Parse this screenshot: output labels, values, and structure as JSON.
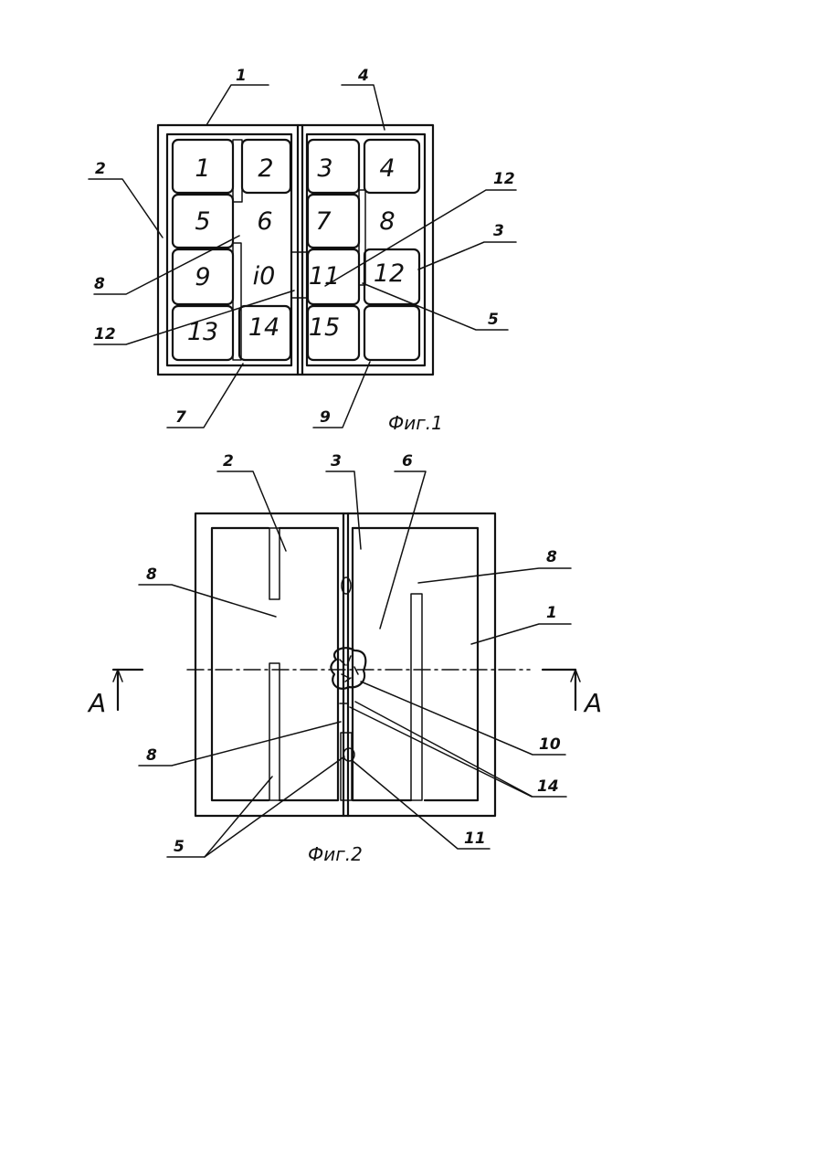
{
  "fig1": {
    "cells": [
      "1",
      "2",
      "3",
      "4",
      "5",
      "6",
      "7",
      "8",
      "9",
      "i0",
      "11",
      "12",
      "13",
      "14",
      "15"
    ],
    "labels": {
      "l1": "1",
      "l4": "4",
      "l2": "2",
      "l12a": "12",
      "l3": "3",
      "l8": "8",
      "l12b": "12",
      "l5": "5",
      "l7": "7",
      "l9": "9"
    },
    "caption": "Фиг.1"
  },
  "fig2": {
    "labels": {
      "l2": "2",
      "l3": "3",
      "l6": "6",
      "l8a": "8",
      "l8b": "8",
      "l1": "1",
      "l8c": "8",
      "l10": "10",
      "l14": "14",
      "l5": "5",
      "l11": "11"
    },
    "section_left": "A",
    "section_right": "A",
    "caption": "Фиг.2"
  }
}
